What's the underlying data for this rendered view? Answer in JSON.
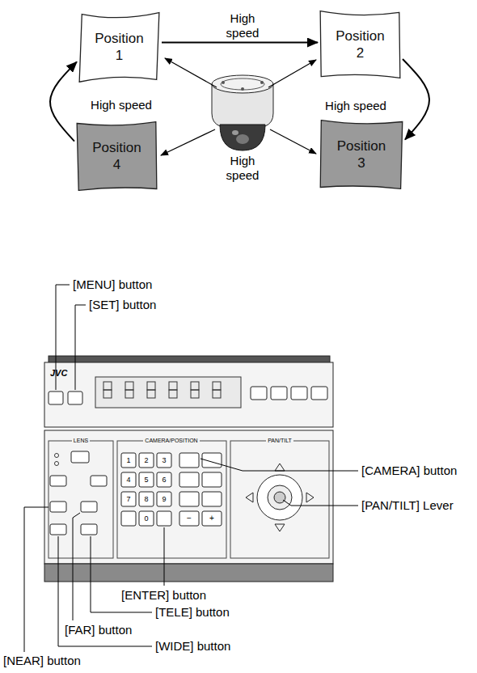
{
  "diagram": {
    "nodes": [
      {
        "text": [
          "Position 1"
        ]
      },
      {
        "text": [
          "Position 2"
        ]
      },
      {
        "text": [
          "Position 3"
        ]
      },
      {
        "text": [
          "Position 4"
        ]
      }
    ],
    "edges": [
      {
        "from": 0,
        "to": 1,
        "arrow": "to",
        "label": "High speed"
      },
      {
        "from": 1,
        "to": 2,
        "arrow": "to",
        "label": "High speed"
      },
      {
        "from": 3,
        "to": 0,
        "arrow": "to",
        "label": "High speed"
      }
    ],
    "labels": [
      "High speed",
      "[MENU] button",
      "[SET] button",
      "[CAMERA] button",
      "[PAN/TILT] Lever",
      "[ENTER] button",
      "[TELE] button",
      "[FAR] button",
      "[WIDE] button",
      "[NEAR] button",
      "JVC",
      "LENS",
      "CAMERA/POSITION",
      "PAN/TILT",
      "1",
      "2",
      "3",
      "4",
      "5",
      "6",
      "7",
      "8",
      "9",
      "0",
      "−",
      "+"
    ]
  }
}
